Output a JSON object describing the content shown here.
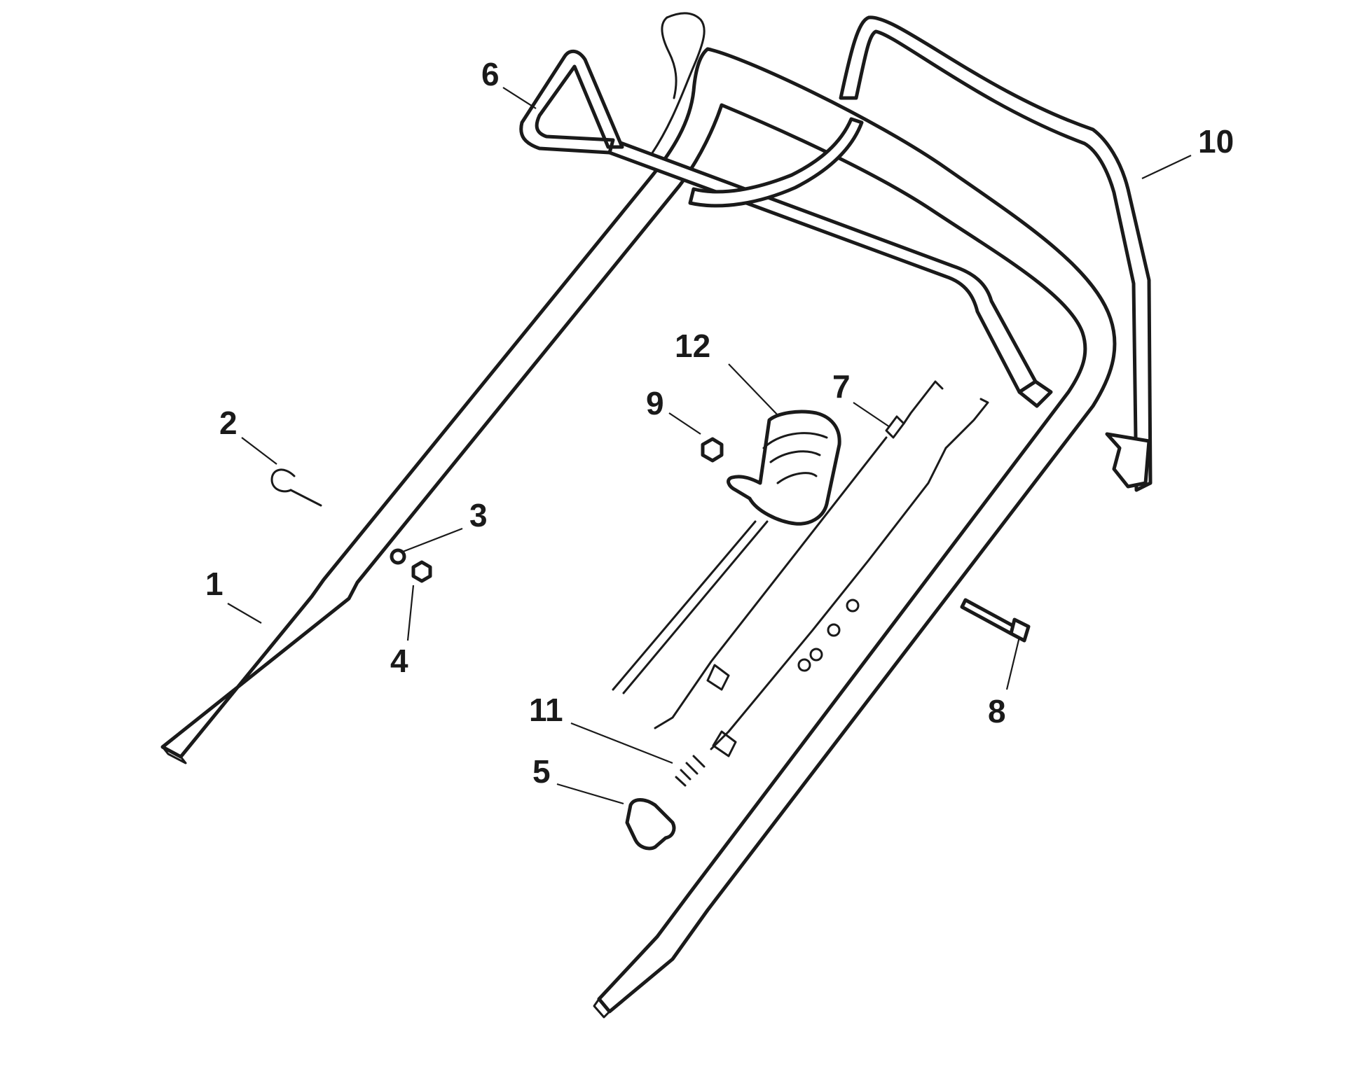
{
  "diagram": {
    "callouts": [
      {
        "id": "1",
        "text": "1",
        "part": "lower-handle-tube"
      },
      {
        "id": "2",
        "text": "2",
        "part": "cable-hook-bolt"
      },
      {
        "id": "3",
        "text": "3",
        "part": "washer"
      },
      {
        "id": "4",
        "text": "4",
        "part": "nut"
      },
      {
        "id": "5",
        "text": "5",
        "part": "cable-clip"
      },
      {
        "id": "6",
        "text": "6",
        "part": "control-bail"
      },
      {
        "id": "7",
        "text": "7",
        "part": "control-cable"
      },
      {
        "id": "8",
        "text": "8",
        "part": "handle-bolt"
      },
      {
        "id": "9",
        "text": "9",
        "part": "lever-nut"
      },
      {
        "id": "10",
        "text": "10",
        "part": "drive-bail"
      },
      {
        "id": "11",
        "text": "11",
        "part": "drive-cable"
      },
      {
        "id": "12",
        "text": "12",
        "part": "control-lever"
      }
    ]
  }
}
